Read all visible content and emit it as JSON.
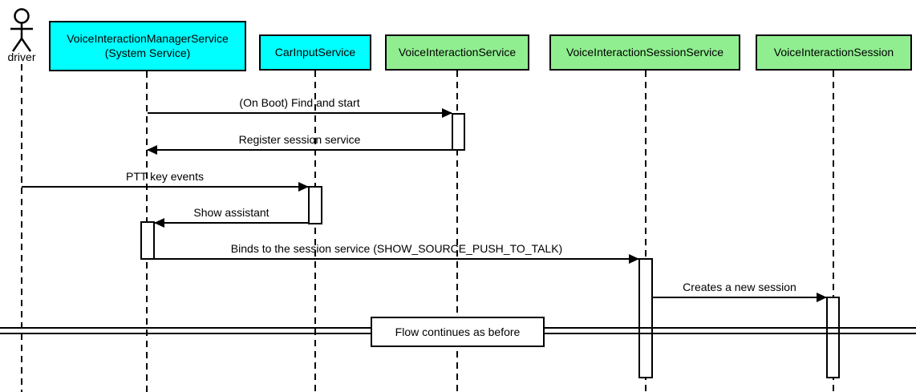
{
  "diagram_type": "uml-sequence",
  "actor": {
    "label": "driver"
  },
  "participants": [
    {
      "name": "VoiceInteractionManagerService",
      "label_line1": "VoiceInteractionManagerService",
      "label_line2": "(System Service)",
      "fill": "#00ffff"
    },
    {
      "name": "CarInputService",
      "label": "CarInputService",
      "fill": "#00ffff"
    },
    {
      "name": "VoiceInteractionService",
      "label": "VoiceInteractionService",
      "fill": "#90ee90"
    },
    {
      "name": "VoiceInteractionSessionService",
      "label": "VoiceInteractionSessionService",
      "fill": "#90ee90"
    },
    {
      "name": "VoiceInteractionSession",
      "label": "VoiceInteractionSession",
      "fill": "#90ee90"
    }
  ],
  "messages": [
    {
      "from": "VoiceInteractionManagerService",
      "to": "VoiceInteractionService",
      "direction": "right",
      "label": "(On Boot) Find and start"
    },
    {
      "from": "VoiceInteractionService",
      "to": "VoiceInteractionManagerService",
      "direction": "left",
      "label": "Register session service"
    },
    {
      "from": "driver",
      "to": "CarInputService",
      "direction": "right",
      "label": "PTT key events"
    },
    {
      "from": "CarInputService",
      "to": "VoiceInteractionManagerService",
      "direction": "left",
      "label": "Show assistant"
    },
    {
      "from": "VoiceInteractionManagerService",
      "to": "VoiceInteractionSessionService",
      "direction": "right",
      "label": "Binds to the session service (SHOW_SOURCE_PUSH_TO_TALK)"
    },
    {
      "from": "VoiceInteractionSessionService",
      "to": "VoiceInteractionSession",
      "direction": "right",
      "label": "Creates a new session"
    }
  ],
  "divider": {
    "label": "Flow continues as before"
  },
  "colors": {
    "cyan_fill": "#00ffff",
    "green_fill": "#90ee90",
    "line": "#000000",
    "background": "#ffffff"
  }
}
